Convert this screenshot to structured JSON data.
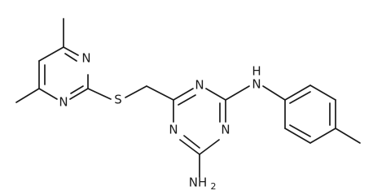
{
  "structure": {
    "atom_labels": {
      "pyrimidine_n_top": "N",
      "pyrimidine_n_bottom": "N",
      "thioether_s": "S",
      "triazine_n_top": "N",
      "triazine_n_left": "N",
      "triazine_n_right": "N",
      "amine_nh": "N",
      "amine_nh_h": "H",
      "amino_nh2": "NH",
      "amino_nh2_sub": "2"
    }
  },
  "colors": {
    "bond": "#1a1a1a",
    "background": "#ffffff"
  }
}
